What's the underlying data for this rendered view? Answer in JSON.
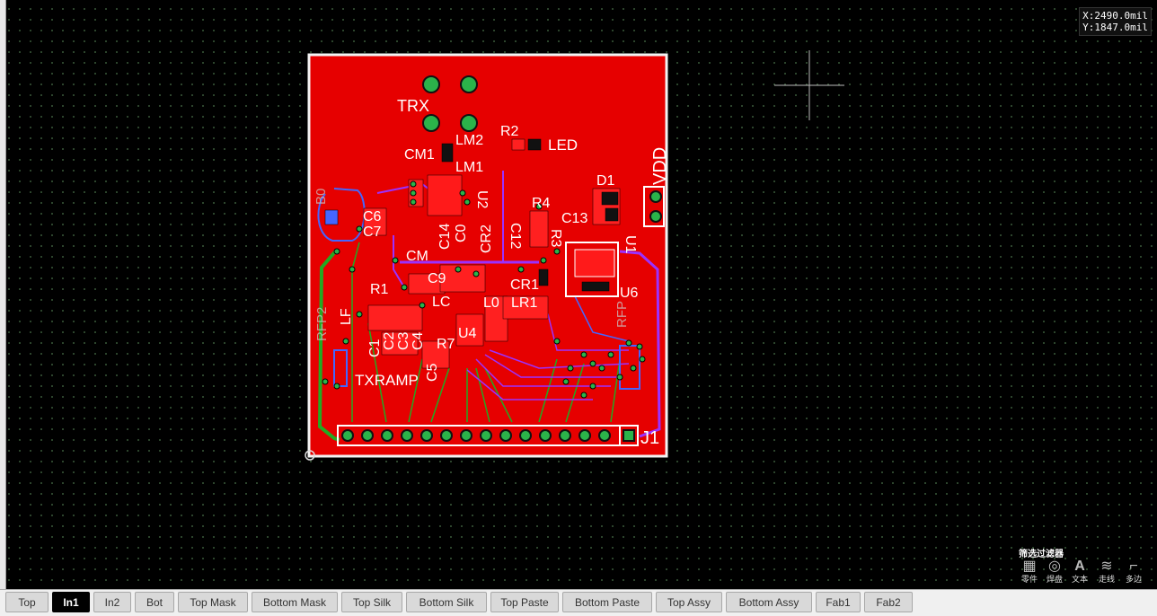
{
  "coords": {
    "x": "X:2490.0mil",
    "y": "Y:1847.0mil"
  },
  "designators": {
    "trx": "TRX",
    "lm2": "LM2",
    "lm1": "LM1",
    "cm1": "CM1",
    "r2": "R2",
    "led": "LED",
    "vdd": "VDD",
    "d1": "D1",
    "r4": "R4",
    "c13": "C13",
    "r3": "R3",
    "u1": "U1",
    "u2": "U2",
    "c6": "C6",
    "c7": "C7",
    "c14": "C14",
    "c0": "C0",
    "cr2": "CR2",
    "c12": "C12",
    "cm": "CM",
    "c9": "C9",
    "r1": "R1",
    "cr1": "CR1",
    "lr1": "LR1",
    "u6": "U6",
    "lc": "LC",
    "l0": "L0",
    "lf": "LF",
    "c1": "C1",
    "c2": "C2",
    "c3": "C3",
    "c4": "C4",
    "r7": "R7",
    "u4": "U4",
    "txramp": "TXRAMP",
    "c5": "C5",
    "j1": "J1",
    "rfp2": "RFP2",
    "rfp": "RFP",
    "b0": "B0"
  },
  "filter": {
    "title": "筛选过滤器",
    "items": [
      {
        "label": "零件",
        "icon": "component-icon"
      },
      {
        "label": "焊盘",
        "icon": "pad-icon"
      },
      {
        "label": "文本",
        "icon": "text-icon"
      },
      {
        "label": "走线",
        "icon": "trace-icon"
      },
      {
        "label": "多边",
        "icon": "polygon-icon"
      }
    ]
  },
  "tabs": [
    {
      "label": "Top",
      "active": false
    },
    {
      "label": "In1",
      "active": true
    },
    {
      "label": "In2",
      "active": false
    },
    {
      "label": "Bot",
      "active": false
    },
    {
      "label": "Top Mask",
      "active": false
    },
    {
      "label": "Bottom Mask",
      "active": false
    },
    {
      "label": "Top Silk",
      "active": false
    },
    {
      "label": "Bottom Silk",
      "active": false
    },
    {
      "label": "Top Paste",
      "active": false
    },
    {
      "label": "Bottom Paste",
      "active": false
    },
    {
      "label": "Top Assy",
      "active": false
    },
    {
      "label": "Bottom Assy",
      "active": false
    },
    {
      "label": "Fab1",
      "active": false
    },
    {
      "label": "Fab2",
      "active": false
    }
  ],
  "colors": {
    "copper": "#e60000",
    "silk": "#ffffff",
    "trace_purple": "#9b30ff",
    "trace_green": "#22aa22",
    "trace_blue": "#4466ff",
    "pad_green": "#2bb34a"
  }
}
